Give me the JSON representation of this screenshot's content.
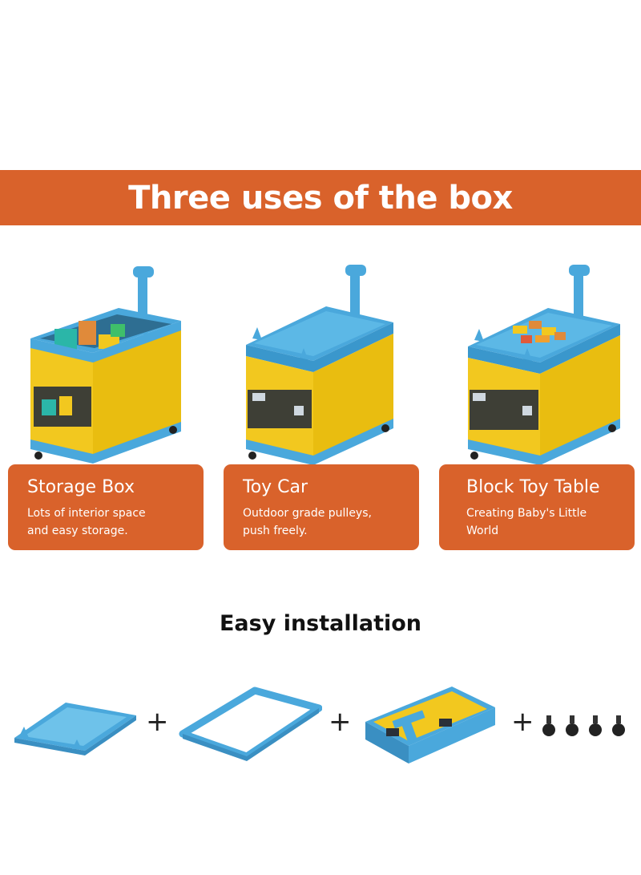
{
  "banner": {
    "title": "Three uses of the box"
  },
  "uses": [
    {
      "title": "Storage Box",
      "line1": "Lots of interior space",
      "line2": "and easy storage.",
      "icon": "storage-box-icon"
    },
    {
      "title": "Toy Car",
      "line1": "Outdoor grade pulleys,",
      "line2": "push freely.",
      "icon": "toy-car-icon"
    },
    {
      "title": "Block Toy Table",
      "line1": "Creating Baby's Little",
      "line2": "World",
      "icon": "block-table-icon"
    }
  ],
  "installation": {
    "title": "Easy installation",
    "plus": "+",
    "parts": [
      "lid-plate-icon",
      "frame-ring-icon",
      "folded-box-icon",
      "caster-wheels-icon"
    ]
  },
  "colors": {
    "accent": "#d9622b",
    "blue": "#4aa8dc",
    "yellow": "#f2c81f"
  }
}
